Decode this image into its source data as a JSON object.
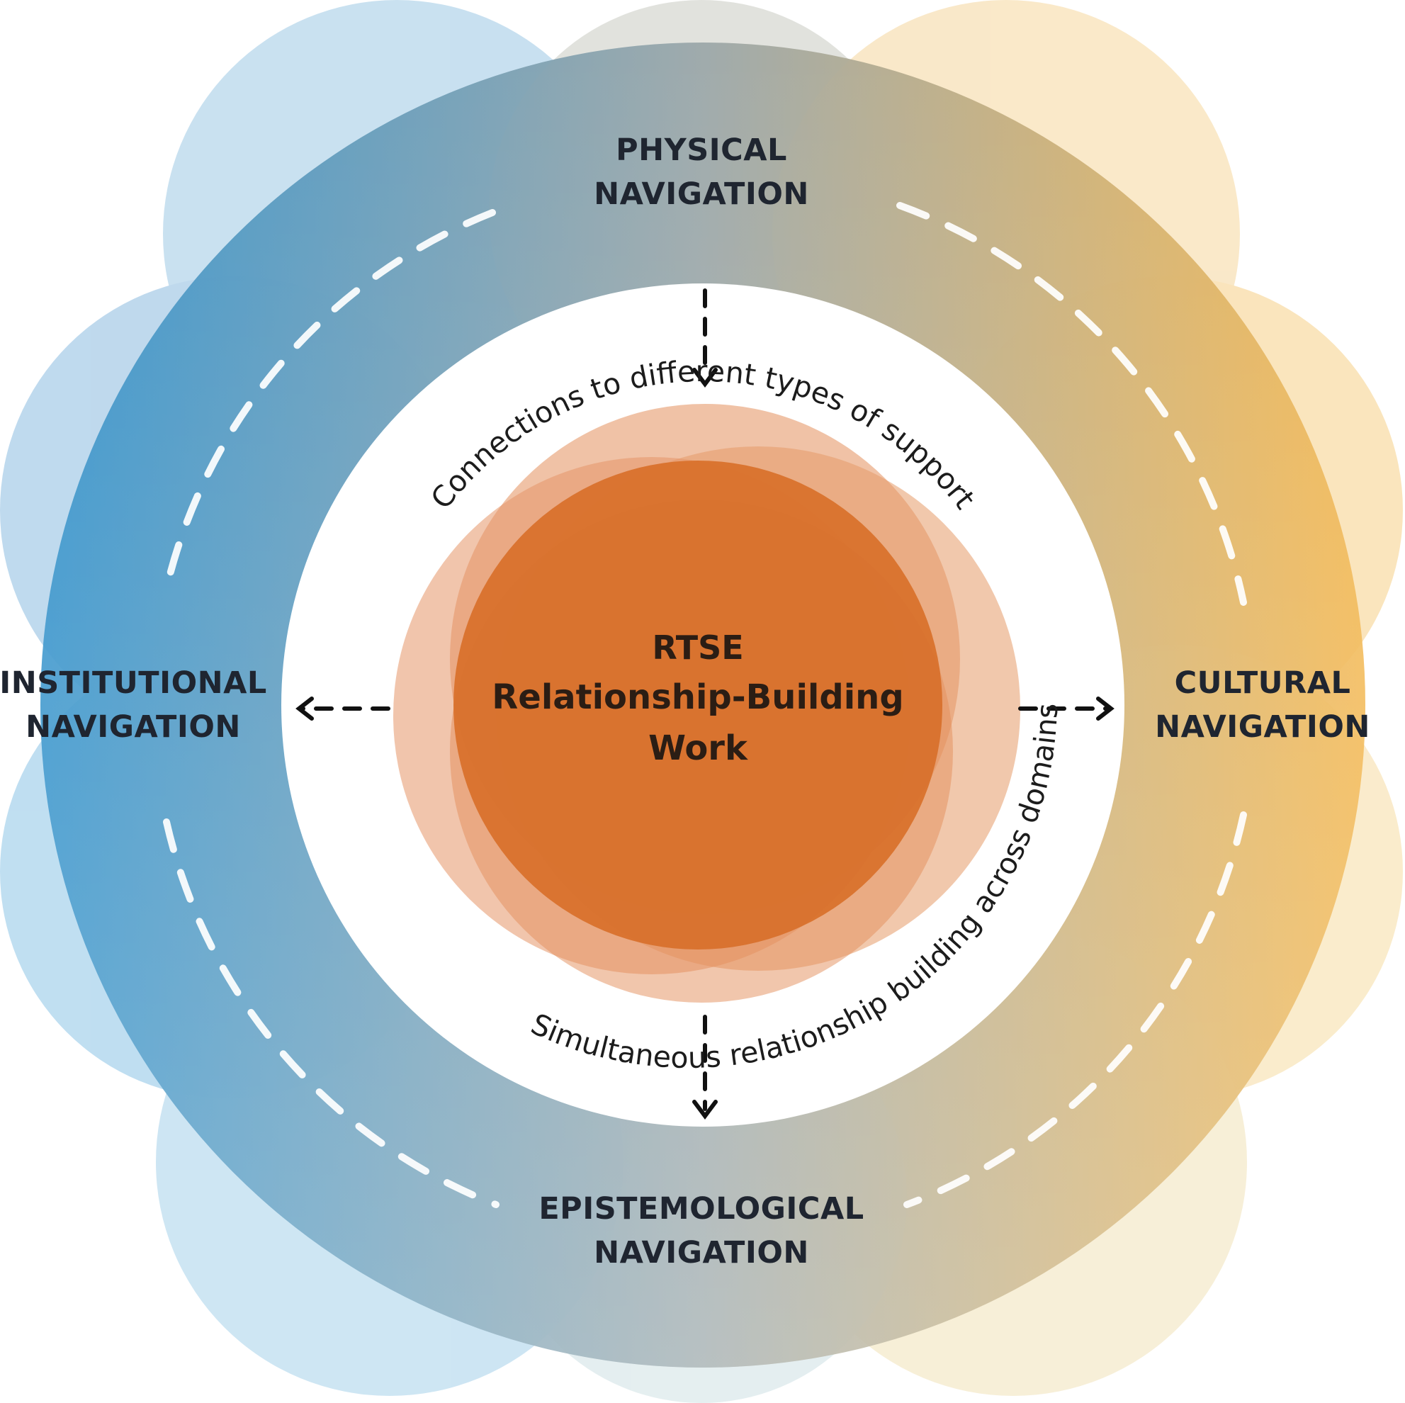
{
  "domains": {
    "physical": [
      "PHYSICAL",
      "NAVIGATION"
    ],
    "cultural": [
      "CULTURAL",
      "NAVIGATION"
    ],
    "epistemological": [
      "EPISTEMOLOGICAL",
      "NAVIGATION"
    ],
    "institutional": [
      "INSTITUTIONAL",
      "NAVIGATION"
    ]
  },
  "center": [
    "RTSE",
    "Relationship-Building",
    "Work"
  ],
  "arc_labels": {
    "top": "Connections to different types of support",
    "bottom": "Simultaneous relationship building across domains"
  },
  "colors": {
    "blue": "#2e8fc9",
    "slate": "#8e9ea8",
    "gold": "#f2b54c",
    "orange": "#d8702a",
    "dash": "#ffffff",
    "label": "#1f2530"
  }
}
